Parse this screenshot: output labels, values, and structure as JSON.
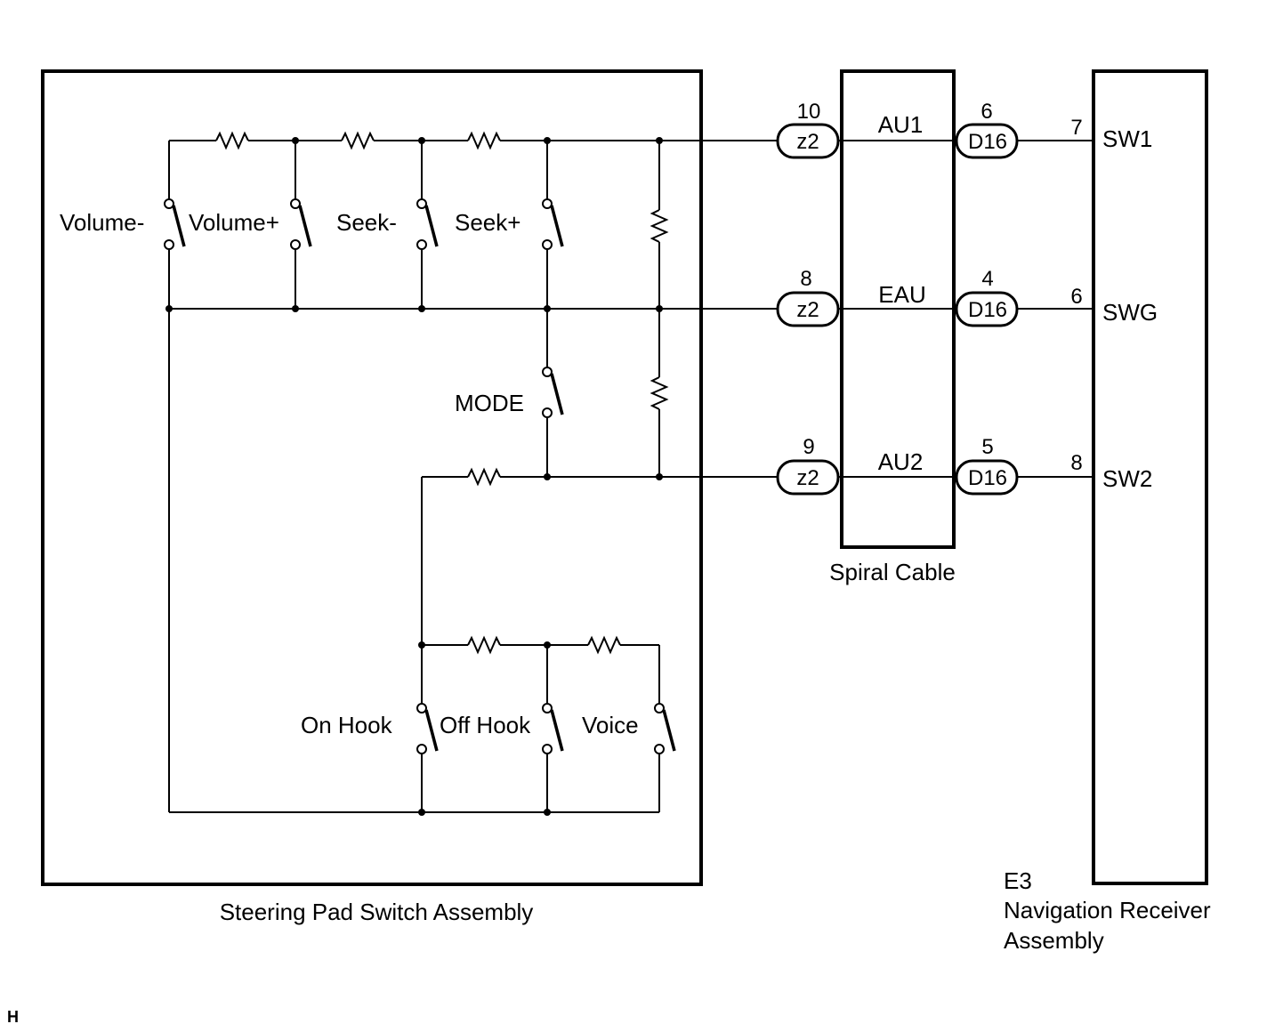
{
  "components": {
    "steering_pad": {
      "label": "Steering Pad Switch Assembly"
    },
    "spiral_cable": {
      "label": "Spiral Cable"
    },
    "nav_receiver": {
      "code": "E3",
      "label_line1": "Navigation Receiver",
      "label_line2": "Assembly"
    }
  },
  "switches": {
    "volume_minus": "Volume-",
    "volume_plus": "Volume+",
    "seek_minus": "Seek-",
    "seek_plus": "Seek+",
    "mode": "MODE",
    "on_hook": "On Hook",
    "off_hook": "Off Hook",
    "voice": "Voice"
  },
  "signal_lines": [
    {
      "z2_pin": "10",
      "z2_connector": "z2",
      "cable_signal": "AU1",
      "d16_pin": "6",
      "d16_connector": "D16",
      "receiver_pin": "7",
      "receiver_terminal": "SW1"
    },
    {
      "z2_pin": "8",
      "z2_connector": "z2",
      "cable_signal": "EAU",
      "d16_pin": "4",
      "d16_connector": "D16",
      "receiver_pin": "6",
      "receiver_terminal": "SWG"
    },
    {
      "z2_pin": "9",
      "z2_connector": "z2",
      "cable_signal": "AU2",
      "d16_pin": "5",
      "d16_connector": "D16",
      "receiver_pin": "8",
      "receiver_terminal": "SW2"
    }
  ],
  "footer_mark": "H"
}
